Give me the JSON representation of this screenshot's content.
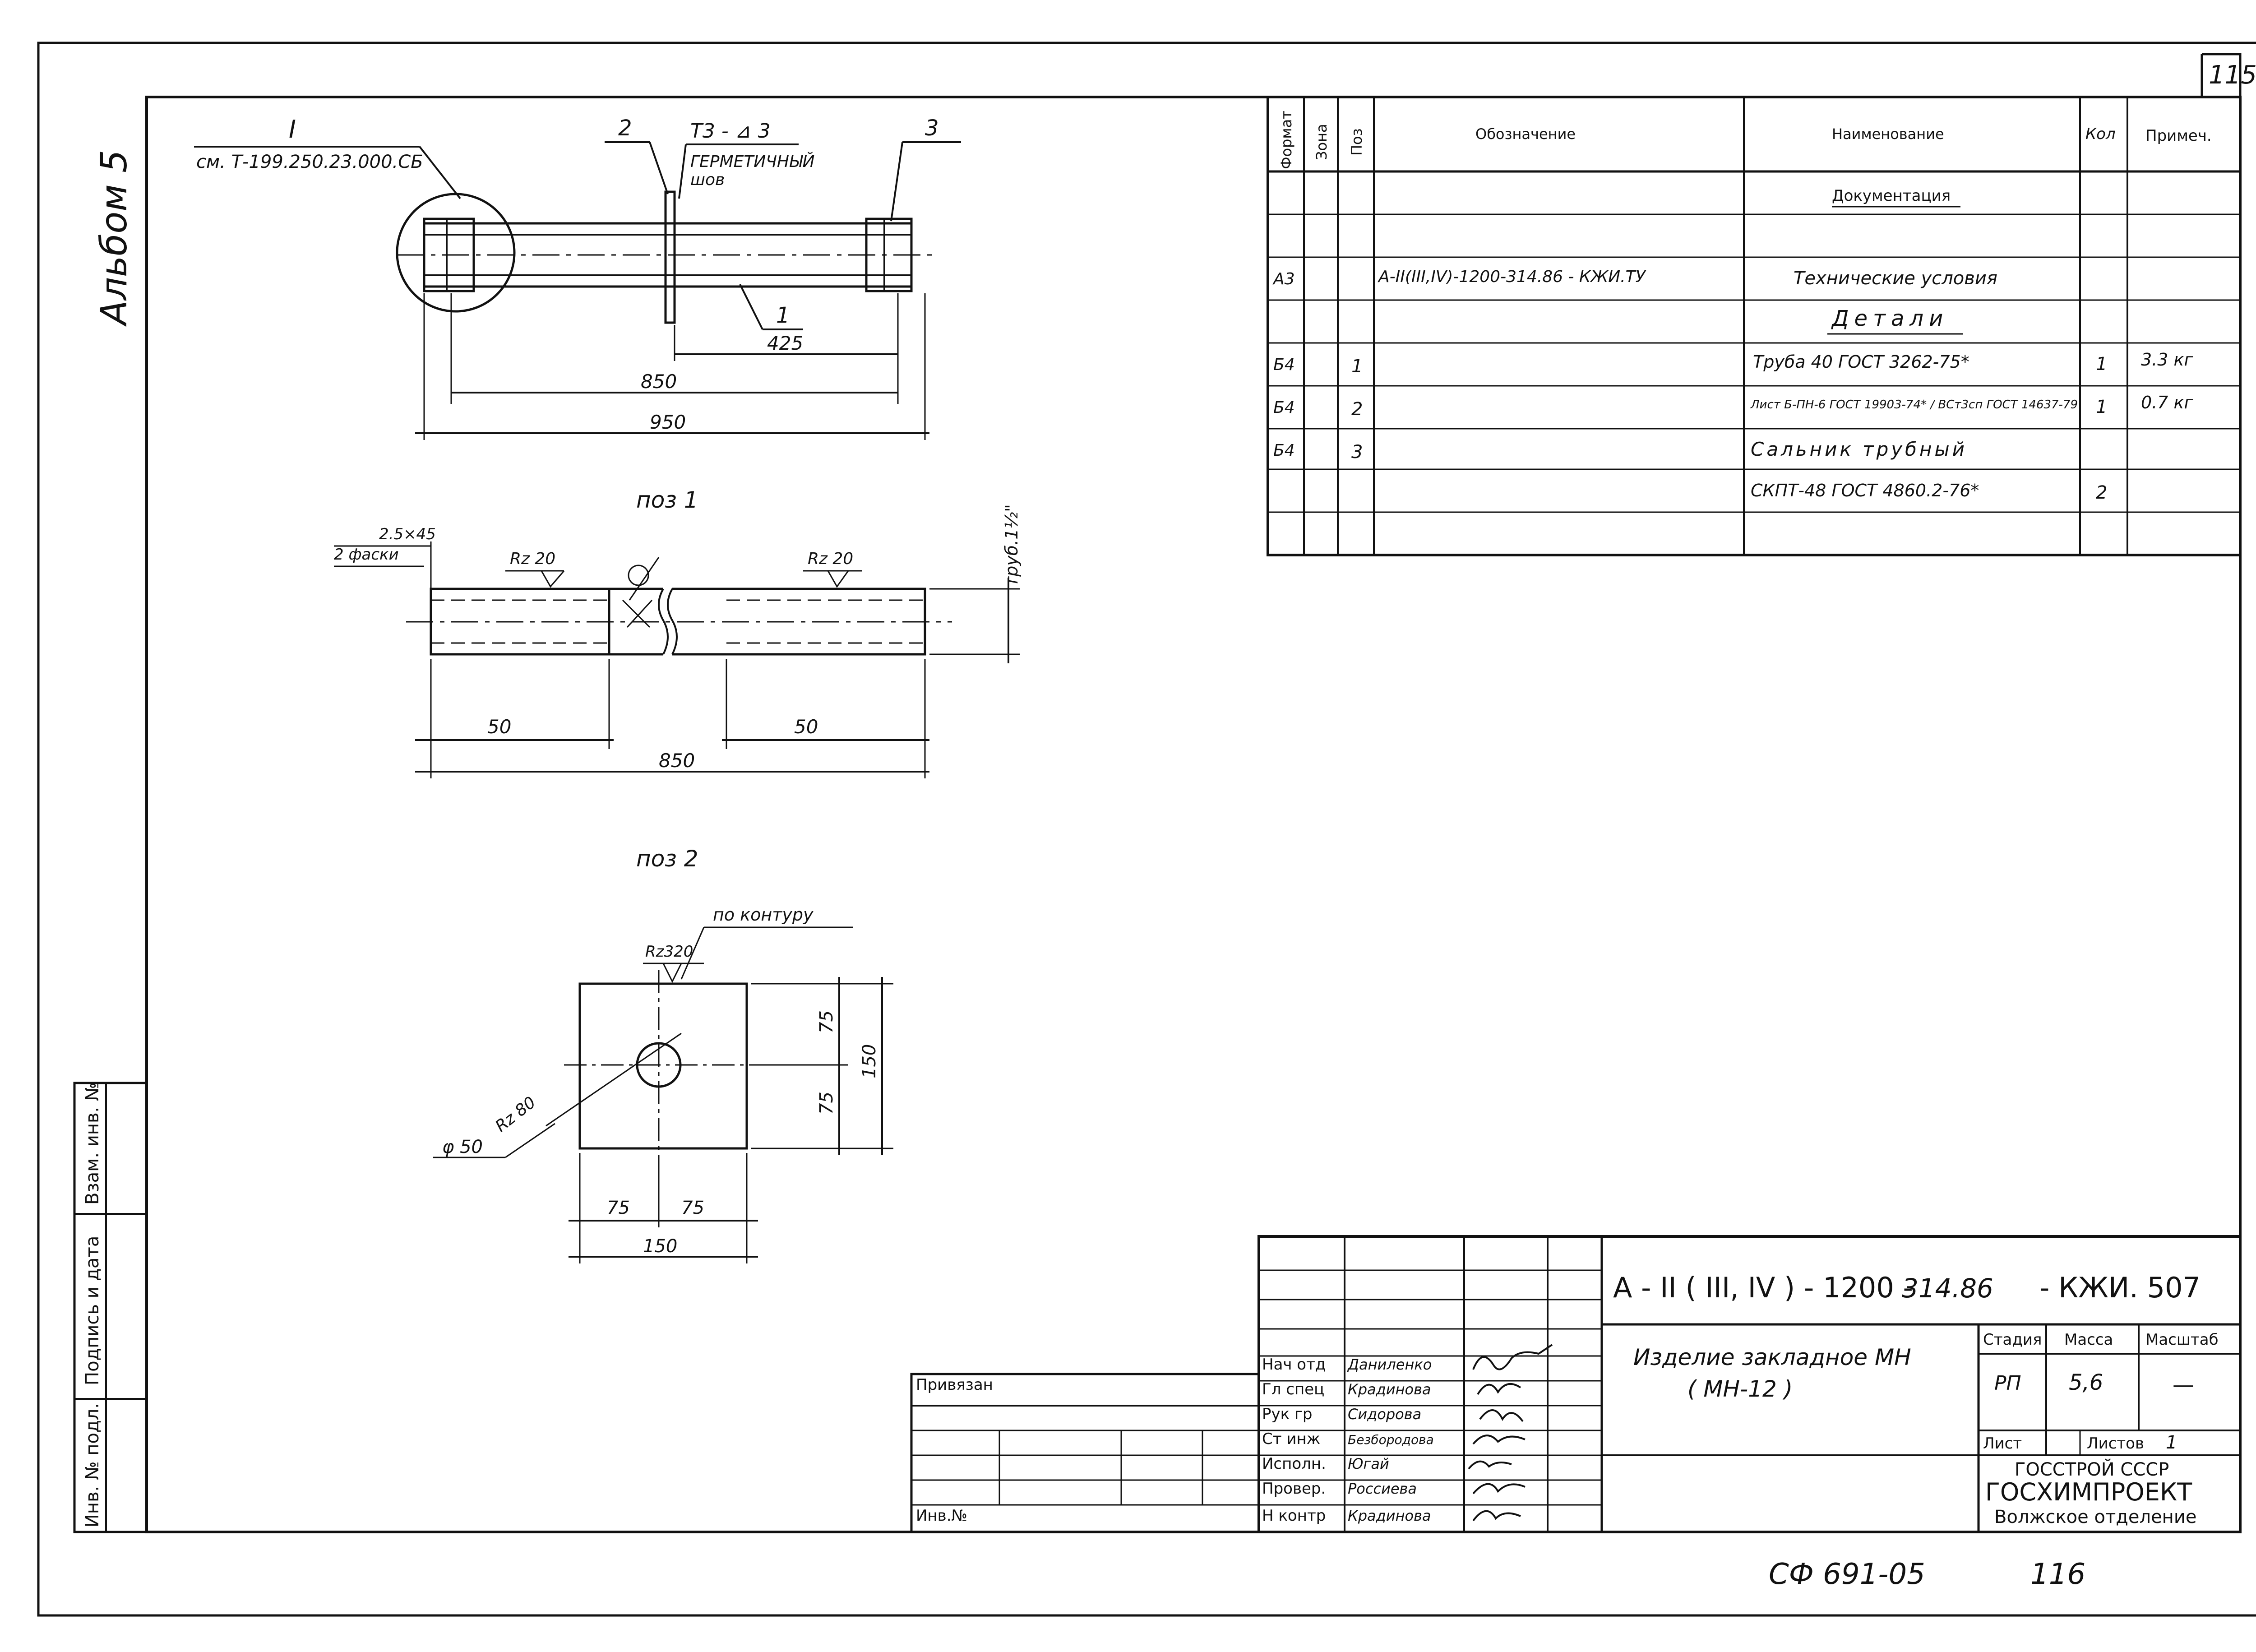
{
  "sheet_number": "115",
  "album_label": "Альбом 5",
  "assembly_view": {
    "detail_mark": "I",
    "detail_ref": "см. Т-199.250.23.000.СБ",
    "callouts": [
      "1",
      "2",
      "3"
    ],
    "weld_symbol": "Т3 - ⊿ 3",
    "weld_note_1": "ГЕРМЕТИЧНЫЙ",
    "weld_note_2": "шов",
    "dims": [
      "425",
      "850",
      "950"
    ]
  },
  "pos1": {
    "title": "поз 1",
    "chamfer_1": "2.5×45",
    "chamfer_2": "2 фаски",
    "roughness_left": "Rz 20",
    "roughness_right": "Rz 20",
    "pipe_label": "труб.1½\"",
    "dims": [
      "50",
      "50",
      "850"
    ]
  },
  "pos2": {
    "title": "поз 2",
    "contour_note": "по контуру",
    "roughness_top": "Rz320",
    "roughness_hole": "Rz 80",
    "hole_diameter": "φ 50",
    "dims_vertical": [
      "75",
      "75",
      "150"
    ],
    "dims_horizontal": [
      "75",
      "75",
      "150"
    ]
  },
  "spec_table": {
    "headers": [
      "Формат",
      "Зона",
      "Поз",
      "Обозначение",
      "Наименование",
      "Кол",
      "Примеч."
    ],
    "rows": [
      {
        "format": "",
        "zone": "",
        "pos": "",
        "designation": "",
        "name": "Документация",
        "qty": "",
        "note": ""
      },
      {
        "format": "",
        "zone": "",
        "pos": "",
        "designation": "",
        "name": "",
        "qty": "",
        "note": ""
      },
      {
        "format": "А3",
        "zone": "",
        "pos": "",
        "designation": "А-II(III,IV)-1200-314.86 - КЖИ.ТУ",
        "name": "Технические условия",
        "qty": "",
        "note": ""
      },
      {
        "format": "",
        "zone": "",
        "pos": "",
        "designation": "",
        "name": "Детали",
        "qty": "",
        "note": ""
      },
      {
        "format": "Б4",
        "zone": "",
        "pos": "1",
        "designation": "",
        "name": "Труба 40 ГОСТ 3262-75*",
        "qty": "1",
        "note": "3.3 кг"
      },
      {
        "format": "Б4",
        "zone": "",
        "pos": "2",
        "designation": "",
        "name": "Лист Б-ПН-6 ГОСТ 19903-74* / ВСт3сп ГОСТ 14637-79",
        "qty": "1",
        "note": "0.7 кг"
      },
      {
        "format": "Б4",
        "zone": "",
        "pos": "3",
        "designation": "",
        "name": "Сальник трубный",
        "qty": "",
        "note": ""
      },
      {
        "format": "",
        "zone": "",
        "pos": "",
        "designation": "",
        "name": "СКПТ-48 ГОСТ 4860.2-76*",
        "qty": "2",
        "note": ""
      },
      {
        "format": "",
        "zone": "",
        "pos": "",
        "designation": "",
        "name": "",
        "qty": "",
        "note": ""
      }
    ]
  },
  "left_strip": [
    "Взам. инв. №",
    "Подпись и дата",
    "Инв. № подл."
  ],
  "stamp": {
    "code_prefix": "А - II ( III, IV ) - 1200 -",
    "code_number": "314.86",
    "code_suffix": "- КЖИ. 507",
    "title_line1": "Изделие закладное МН",
    "title_line2": "( МН-12 )",
    "headers": {
      "stage": "Стадия",
      "mass": "Масса",
      "scale": "Масштаб"
    },
    "stage": "РП",
    "mass": "5,6",
    "scale": "—",
    "sheet_label": "Лист",
    "sheets_label": "Листов",
    "sheets_value": "1",
    "org_1": "ГОССТРОЙ СССР",
    "org_2": "ГОСХИМПРОЕКТ",
    "org_3": "Волжское отделение",
    "signatures": [
      {
        "role": "Нач отд",
        "name": "Даниленко"
      },
      {
        "role": "Гл спец",
        "name": "Крадинова"
      },
      {
        "role": "Рук гр",
        "name": "Сидорова"
      },
      {
        "role": "Ст инж",
        "name": "Безбородова"
      },
      {
        "role": "Исполн.",
        "name": "Югай"
      },
      {
        "role": "Провер.",
        "name": "Россиева"
      },
      {
        "role": "Н контр",
        "name": "Крадинова"
      }
    ],
    "bound_label": "Привязан",
    "inv_label": "Инв.№"
  },
  "footer_code": "СФ 691-05",
  "footer_number": "116"
}
